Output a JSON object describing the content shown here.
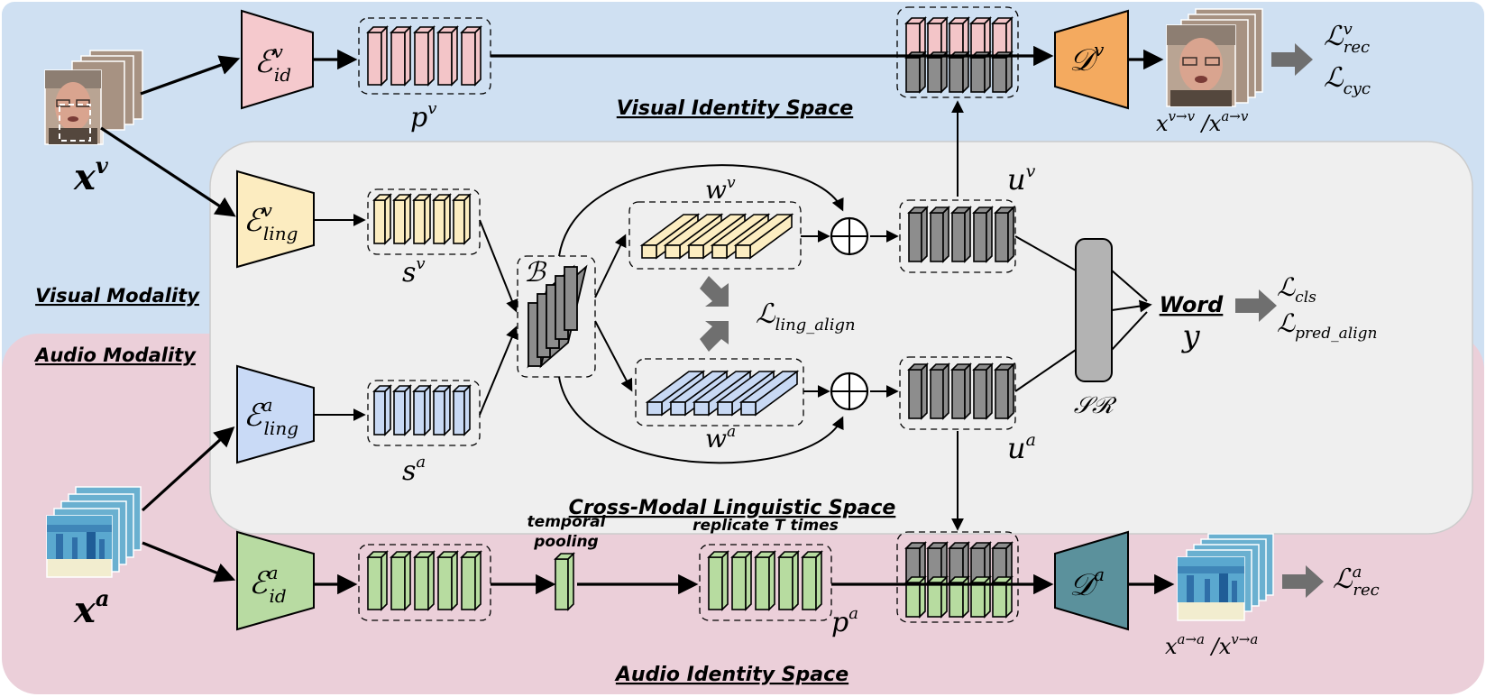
{
  "regions": {
    "visual_identity_space": "Visual Identity Space",
    "visual_modality": "Visual Modality",
    "audio_modality": "Audio Modality",
    "cross_modal_linguistic_space": "Cross-Modal Linguistic Space",
    "audio_identity_space": "Audio Identity Space"
  },
  "colors": {
    "visual_bg": "#cfe0f2",
    "audio_bg": "#ebcfd9",
    "linguistic_bg": "#efefef",
    "id_visual_feat": "#f3c5c8",
    "ling_visual_feat": "#fcedc1",
    "ling_audio_feat": "#c8d9f4",
    "id_audio_feat": "#b7dca0",
    "fused_feat": "#8d8d8d",
    "encoder_id_visual": "#f5c9cd",
    "encoder_ling_visual": "#fcecc0",
    "encoder_ling_audio": "#c9daf6",
    "encoder_id_audio": "#b8dba2",
    "decoder_visual": "#f4aa5f",
    "decoder_audio": "#5b919c",
    "sr_block": "#b3b3b3",
    "loss_arrow": "#6f6f6f"
  },
  "modules": {
    "enc_id_visual": {
      "base": "ℰ",
      "sup": "v",
      "sub": "id"
    },
    "enc_ling_visual": {
      "base": "ℰ",
      "sup": "v",
      "sub": "ling"
    },
    "enc_ling_audio": {
      "base": "ℰ",
      "sup": "a",
      "sub": "ling"
    },
    "enc_id_audio": {
      "base": "ℰ",
      "sup": "a",
      "sub": "id"
    },
    "dec_visual": {
      "base": "𝒟",
      "sup": "v"
    },
    "dec_audio": {
      "base": "𝒟",
      "sup": "a"
    },
    "bank": "ℬ",
    "sr": "𝒮ℛ"
  },
  "variables": {
    "x_v": {
      "base": "x",
      "sup": "v"
    },
    "x_a": {
      "base": "x",
      "sup": "a"
    },
    "p_v": {
      "base": "p",
      "sup": "v"
    },
    "p_a": {
      "base": "p",
      "sup": "a"
    },
    "s_v": {
      "base": "s",
      "sup": "v"
    },
    "s_a": {
      "base": "s",
      "sup": "a"
    },
    "w_v": {
      "base": "w",
      "sup": "v"
    },
    "w_a": {
      "base": "w",
      "sup": "a"
    },
    "u_v": {
      "base": "u",
      "sup": "v"
    },
    "u_a": {
      "base": "u",
      "sup": "a"
    },
    "out_visual": {
      "base1": "x",
      "sup1": "v→v",
      "sep": " /",
      "base2": "x",
      "sup2": "a→v"
    },
    "out_audio": {
      "base1": "x",
      "sup1": "a→a",
      "sep": " /",
      "base2": "x",
      "sup2": "v→a"
    }
  },
  "losses": {
    "rec_v": {
      "base": "ℒ",
      "sup": "v",
      "sub": "rec"
    },
    "cyc": {
      "base": "ℒ",
      "sub": "cyc"
    },
    "ling_align": {
      "base": "ℒ",
      "sub": "ling_align"
    },
    "cls": {
      "base": "ℒ",
      "sub": "cls"
    },
    "pred_align": {
      "base": "ℒ",
      "sub": "pred_align"
    },
    "rec_a": {
      "base": "ℒ",
      "sup": "a",
      "sub": "rec"
    }
  },
  "labels": {
    "temporal_pooling_line1": "temporal",
    "temporal_pooling_line2": "pooling",
    "replicate": "replicate T times",
    "word": "Word",
    "word_var": "y",
    "plus": "+"
  }
}
